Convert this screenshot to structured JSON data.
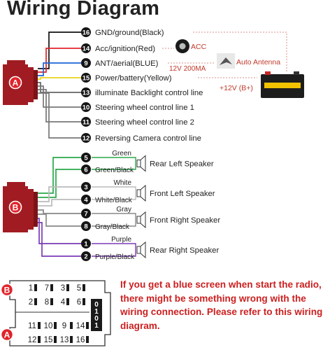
{
  "title": "Wiring Diagram",
  "colors": {
    "connector": "#a01c22",
    "badge": "#e0242b",
    "note": "#cc1f1f",
    "dashed": "#d9908c"
  },
  "connector_a": {
    "badge": "A",
    "wires": [
      {
        "num": "16",
        "label": "GND/ground(Black)",
        "color": "#111111"
      },
      {
        "num": "14",
        "label": "Acc/ignition(Red)",
        "color": "#e0242b"
      },
      {
        "num": "9",
        "label": "ANT/aerial(BLUE)",
        "color": "#1f63d6"
      },
      {
        "num": "15",
        "label": "Power/battery(Yellow)",
        "color": "#ead21c"
      },
      {
        "num": "13",
        "label": "illuminate Backlight control line",
        "color": "#666666"
      },
      {
        "num": "10",
        "label": "Steering wheel control line 1",
        "color": "#777777"
      },
      {
        "num": "11",
        "label": "Steering wheel control line 2",
        "color": "#777777"
      },
      {
        "num": "12",
        "label": "Reversing Camera control line",
        "color": "#777777"
      }
    ]
  },
  "annotations": {
    "acc": "ACC",
    "antenna": "Auto Antenna",
    "spec": "12V 200MA",
    "battery": "+12V (B+)"
  },
  "connector_b": {
    "badge": "B",
    "speakers": [
      {
        "name": "Rear Left Speaker",
        "pos": {
          "num": "5",
          "label": "Green",
          "color": "#2aa84a"
        },
        "neg": {
          "num": "6",
          "label": "Green/Black",
          "color": "#2aa84a"
        }
      },
      {
        "name": "Front Left Speaker",
        "pos": {
          "num": "3",
          "label": "White",
          "color": "#bbbbbb"
        },
        "neg": {
          "num": "4",
          "label": "White/Black",
          "color": "#bbbbbb"
        }
      },
      {
        "name": "Front Right Speaker",
        "pos": {
          "num": "7",
          "label": "Gray",
          "color": "#888888"
        },
        "neg": {
          "num": "8",
          "label": "Gray/Black",
          "color": "#888888"
        }
      },
      {
        "name": "Rear Right Speaker",
        "pos": {
          "num": "1",
          "label": "Purple",
          "color": "#7b3ab5"
        },
        "neg": {
          "num": "2",
          "label": "Purple/Black",
          "color": "#7b3ab5"
        }
      }
    ]
  },
  "pinout": {
    "badge_b": "B",
    "badge_a": "A",
    "b_rows": [
      [
        "1",
        "7",
        "3",
        "5"
      ],
      [
        "2",
        "8",
        "4",
        "6"
      ]
    ],
    "a_rows": [
      [
        "11",
        "10",
        "9",
        "14"
      ],
      [
        "12",
        "15",
        "13",
        "16"
      ]
    ],
    "side_marks": [
      "0",
      "1",
      "0",
      "1"
    ]
  },
  "note": "If you get a blue screen when start the radio, there might be something wrong with the wiring connection. Please refer to this wiring diagram."
}
